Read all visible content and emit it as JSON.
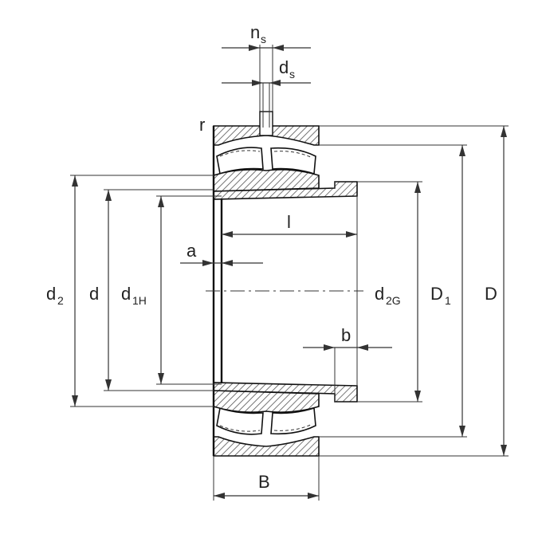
{
  "labels": {
    "ns_main": "n",
    "ns_sub": "s",
    "ds_main": "d",
    "ds_sub": "s",
    "r": "r",
    "l": "l",
    "a": "a",
    "b": "b",
    "B": "B",
    "d2_main": "d",
    "d2_sub": "2",
    "d": "d",
    "d1H_main": "d",
    "d1H_sub": "1H",
    "d2G_main": "d",
    "d2G_sub": "2G",
    "D1_main": "D",
    "D1_sub": "1",
    "D": "D"
  },
  "colors": {
    "line": "#333333",
    "hatch": "#555555",
    "background": "#ffffff"
  }
}
